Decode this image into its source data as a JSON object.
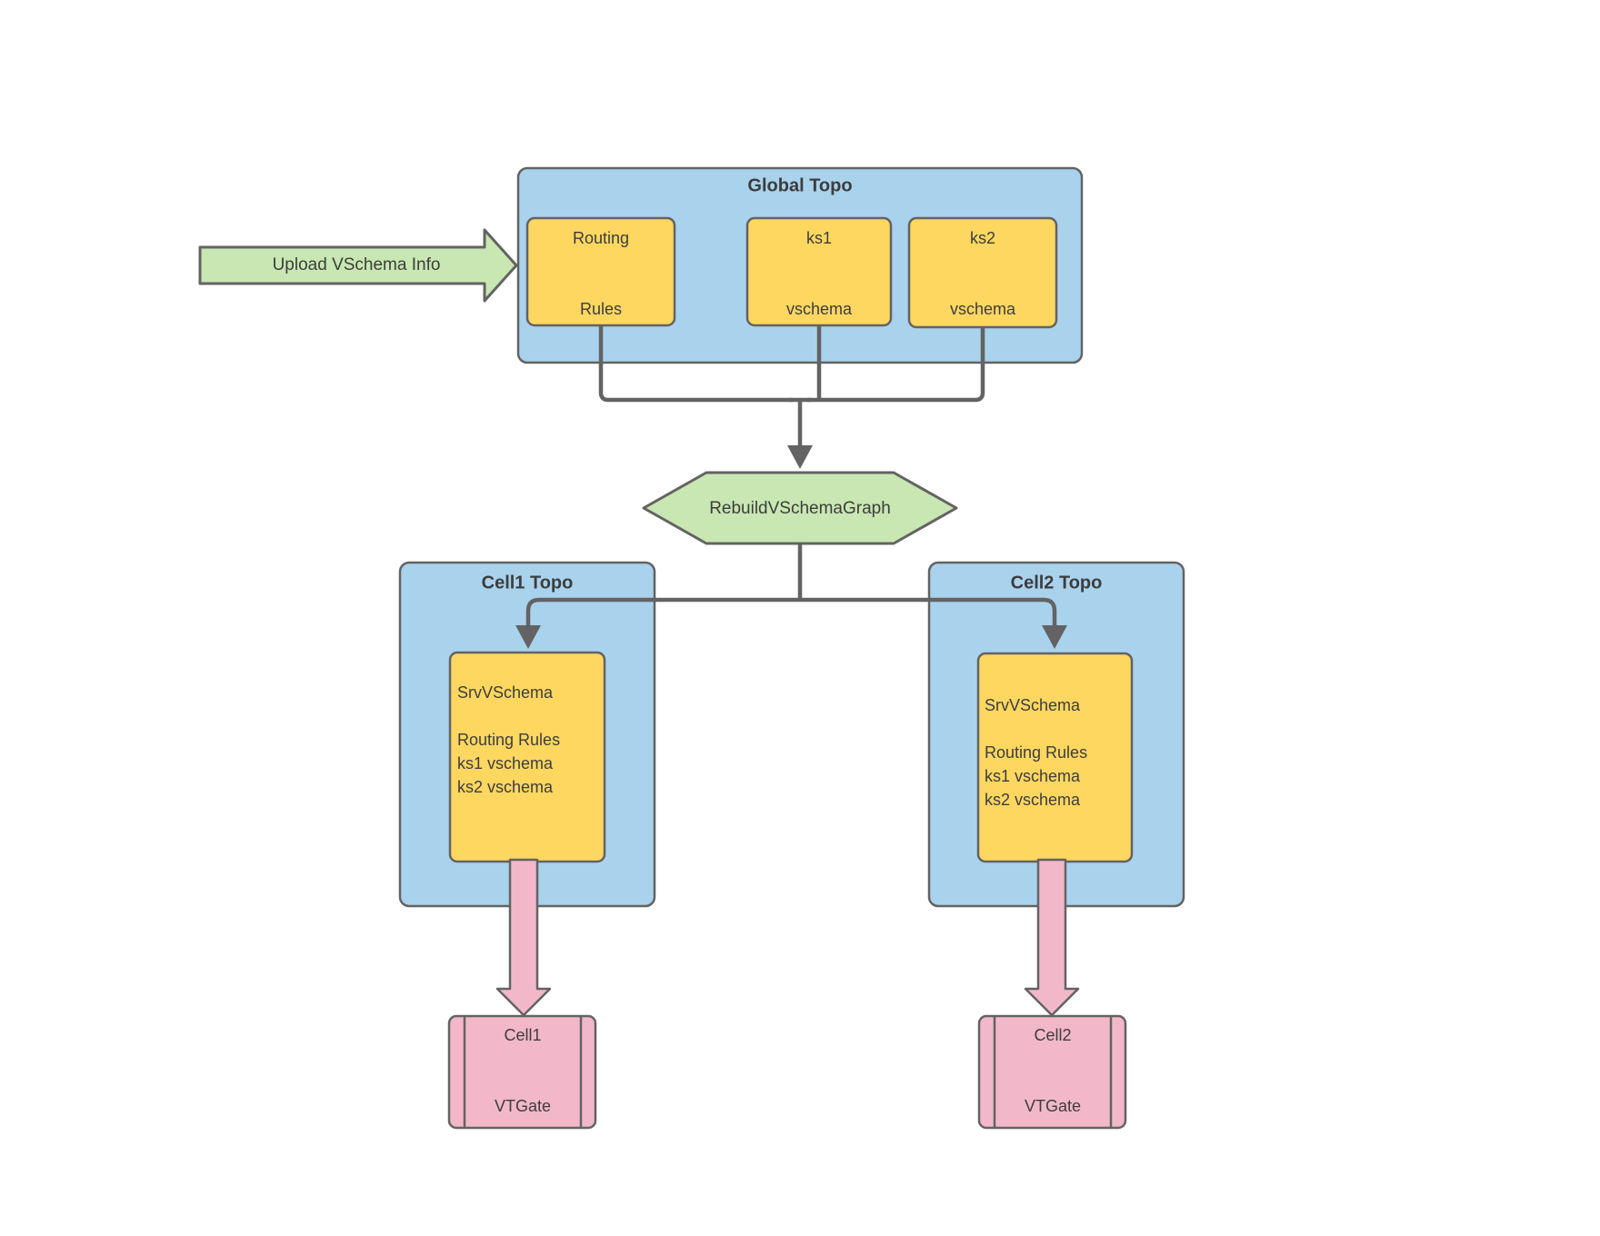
{
  "colors": {
    "c-blue": "#a9d2ed",
    "c-yellow": "#fdd760",
    "c-green": "#c8e7b2",
    "c-pink": "#f2b8ca",
    "c-line": "#636363",
    "c-text": "#3d3d3d"
  },
  "upload_arrow": {
    "label": "Upload VSchema Info"
  },
  "global_topo": {
    "title": "Global Topo",
    "nodes": [
      {
        "line1": "Routing",
        "line2": "Rules"
      },
      {
        "line1": "ks1",
        "line2": "vschema"
      },
      {
        "line1": "ks2",
        "line2": "vschema"
      }
    ]
  },
  "rebuild": {
    "label": "RebuildVSchemaGraph"
  },
  "cells": [
    {
      "title": "Cell1 Topo",
      "srv": {
        "title": "SrvVSchema",
        "lines": [
          "Routing Rules",
          "ks1 vschema",
          "ks2 vschema"
        ]
      },
      "vtgate": {
        "line1": "Cell1",
        "line2": "VTGate"
      }
    },
    {
      "title": "Cell2 Topo",
      "srv": {
        "title": "SrvVSchema",
        "lines": [
          "Routing Rules",
          "ks1 vschema",
          "ks2 vschema"
        ]
      },
      "vtgate": {
        "line1": "Cell2",
        "line2": "VTGate"
      }
    }
  ]
}
